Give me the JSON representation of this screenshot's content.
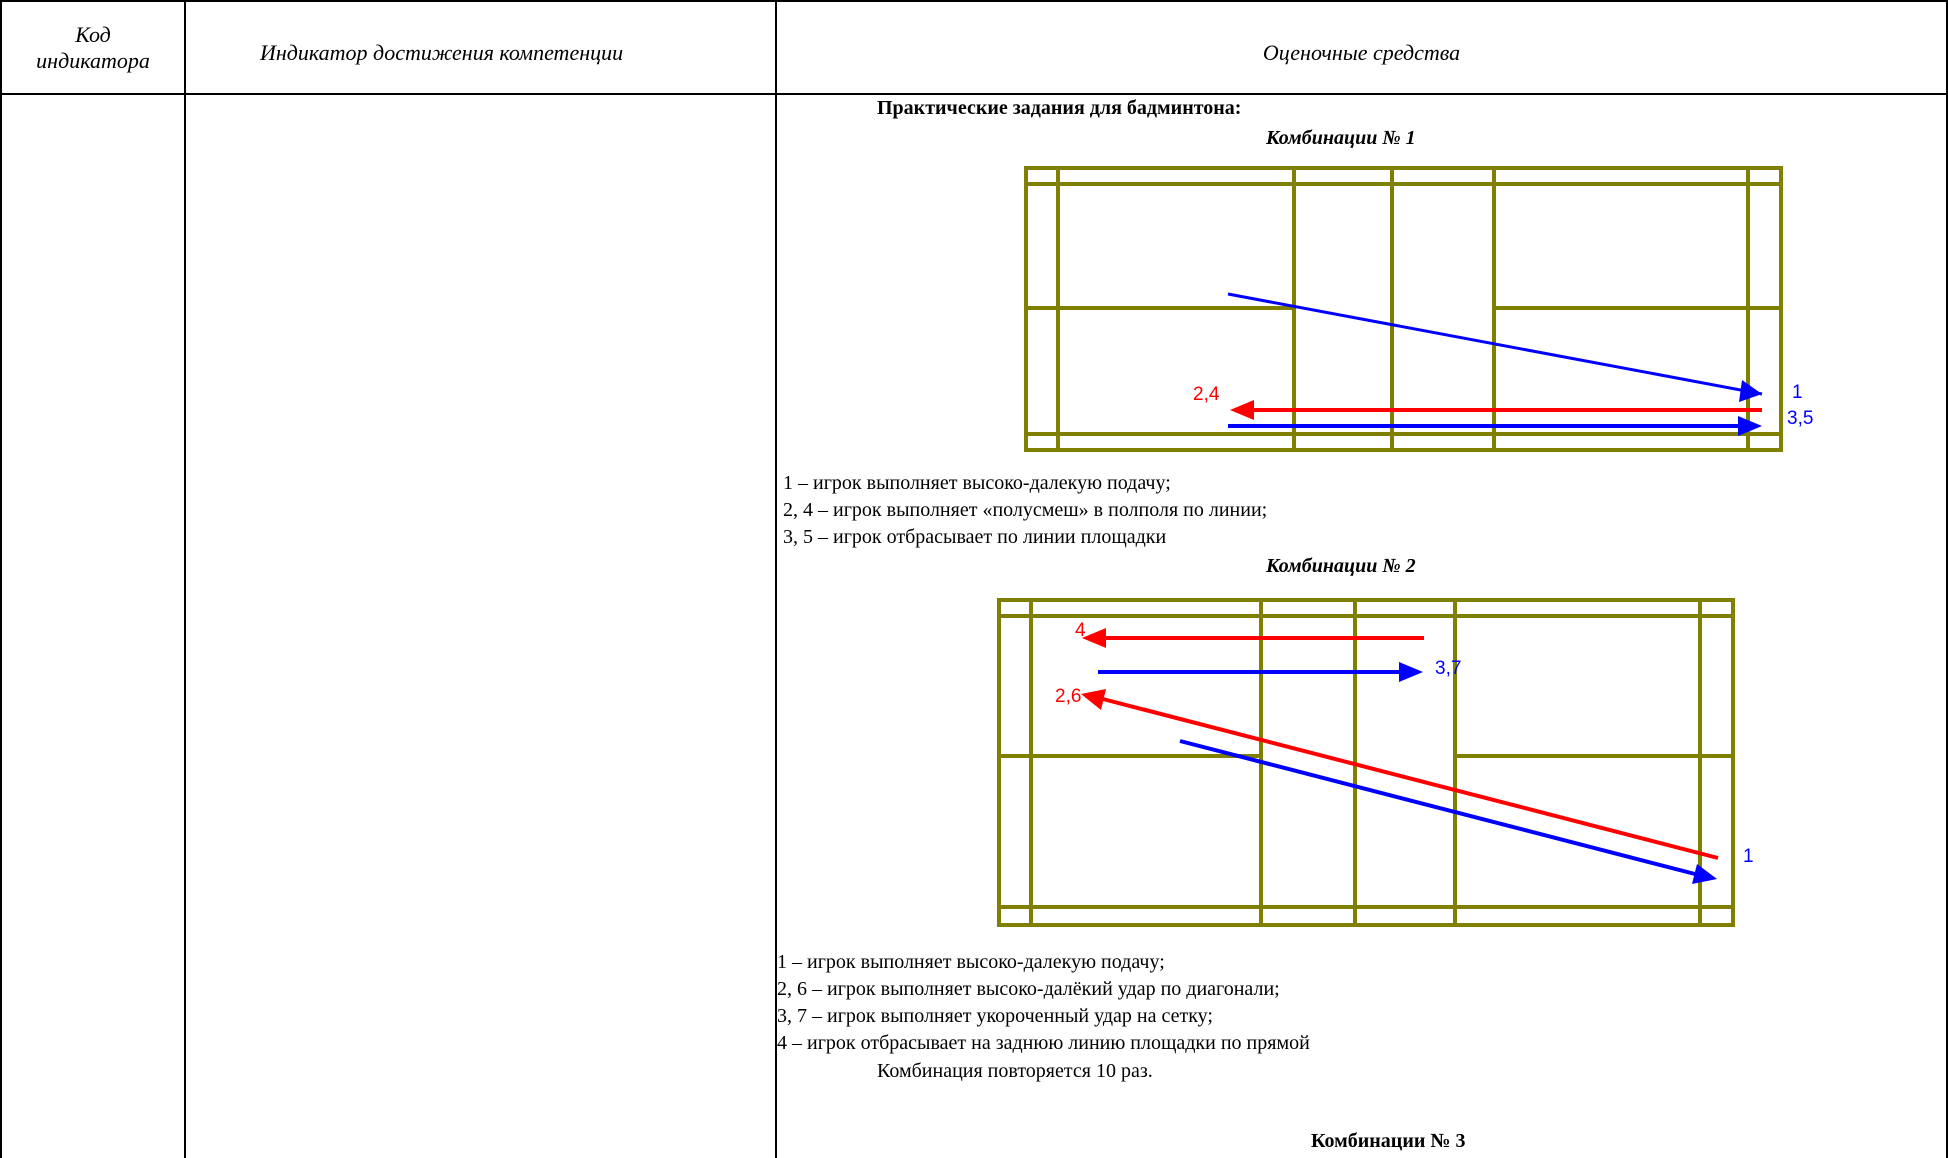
{
  "table": {
    "headers": {
      "code": [
        "Код",
        "индикатора"
      ],
      "indicator": "Индикатор достижения компетенции",
      "assessment": "Оценочные средства"
    }
  },
  "content": {
    "section_title": "Практические задания для бадминтона:",
    "combo1": {
      "title": "Комбинации № 1",
      "labels": {
        "red_left": "2,4",
        "blue_right_top": "1",
        "blue_right_bottom": "3,5"
      },
      "legend": [
        "1 – игрок выполняет высоко-далекую подачу;",
        "2, 4 – игрок выполняет «полусмеш» в полполя по линии;",
        "3, 5 – игрок отбрасывает по линии площадки"
      ]
    },
    "combo2": {
      "title": "Комбинации № 2",
      "labels": {
        "red_top": "4",
        "blue_top": "3,7",
        "red_mid": "2,6",
        "blue_diag": "1"
      },
      "legend": [
        "1 – игрок выполняет высоко-далекую подачу;",
        "2, 6 – игрок выполняет высоко-далёкий удар по диагонали;",
        "3, 7 – игрок выполняет укороченный удар на сетку;",
        "4 – игрок отбрасывает на заднюю линию площадки по прямой"
      ],
      "repeat_note": "Комбинация повторяется 10 раз."
    },
    "combo3": {
      "title": "Комбинации № 3"
    }
  },
  "colors": {
    "court": "#808000",
    "red_arrow": "#ff0000",
    "blue_arrow": "#0000ff"
  }
}
